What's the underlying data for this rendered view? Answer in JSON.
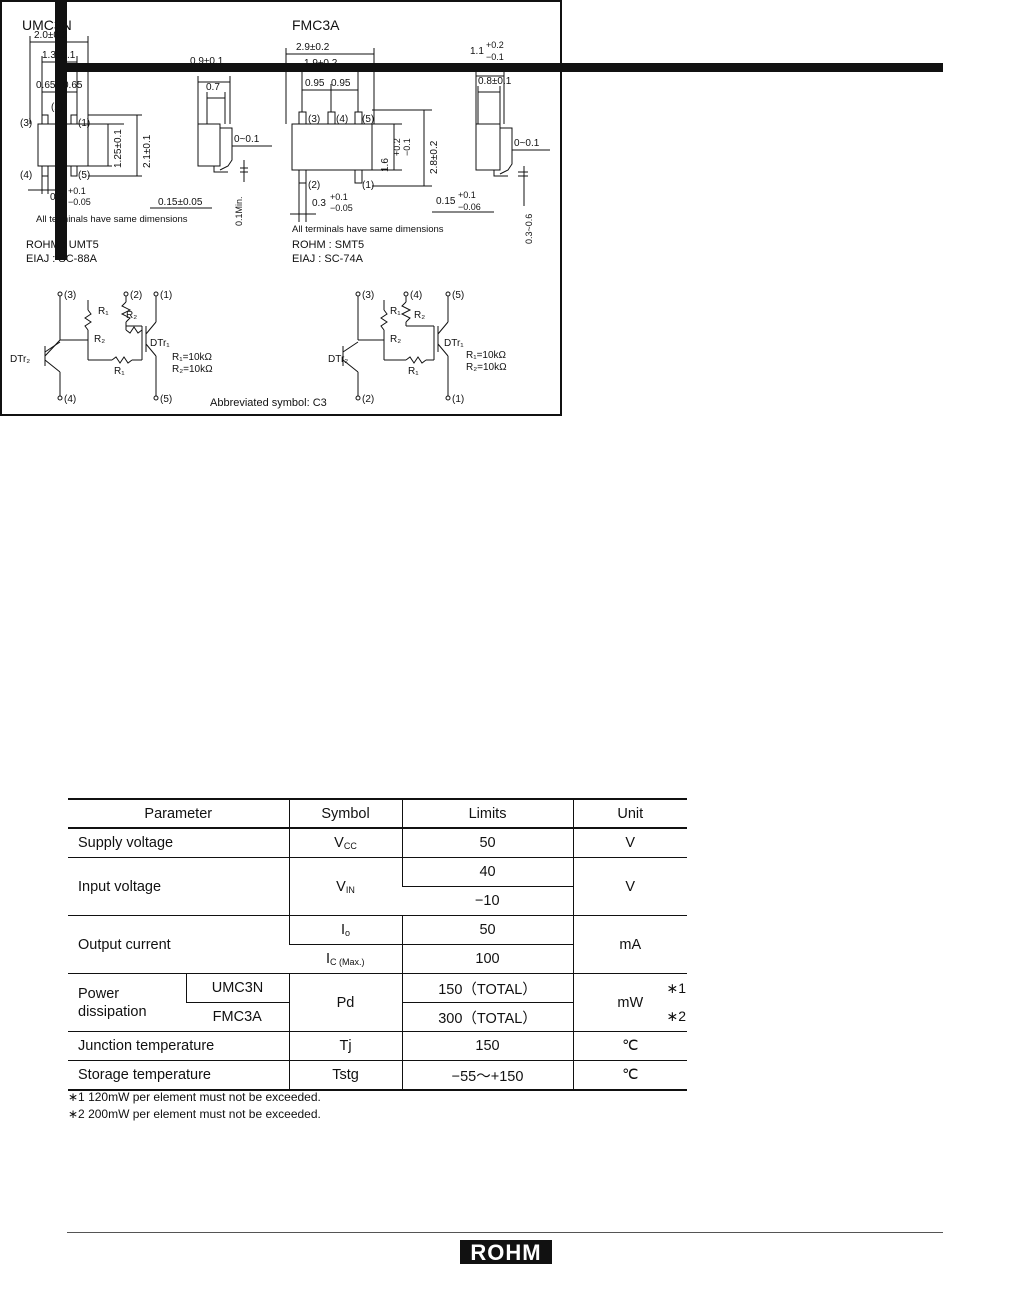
{
  "package": {
    "left_title": "UMC3N",
    "right_title": "FMC3A",
    "left_dims": {
      "width": "2.0±0.2",
      "pitch_outer": "1.3±0.1",
      "pitch_a": "0.65",
      "pitch_b": "0.65",
      "body_h": "1.25±0.1",
      "total_h": "2.1±0.1",
      "lead_w": "0.2",
      "lead_w_plus": "+0.1",
      "lead_w_minus": "−0.05",
      "side_top": "0.9±0.1",
      "side_inner": "0.7",
      "side_offset": "0~0.1",
      "side_bottom": "0.15±0.05",
      "side_min": "0.1Min."
    },
    "right_dims": {
      "width": "2.9±0.2",
      "pitch_outer": "1.9±0.2",
      "pitch_a": "0.95",
      "pitch_b": "0.95",
      "body_h": "1.6",
      "body_h_plus": "+0.2",
      "body_h_minus": "−0.1",
      "total_h": "2.8±0.2",
      "lead_w": "0.3",
      "lead_w_plus": "+0.1",
      "lead_w_minus": "−0.05",
      "side_top": "1.1",
      "side_top_plus": "+0.2",
      "side_top_minus": "−0.1",
      "side_inner": "0.8±0.1",
      "side_offset": "0~0.1",
      "side_bottom": "0.15",
      "side_bottom_plus": "+0.1",
      "side_bottom_minus": "−0.06",
      "side_height": "0.3~0.6"
    },
    "pins": {
      "p1": "(1)",
      "p2": "(2)",
      "p3": "(3)",
      "p4": "(4)",
      "p5": "(5)"
    },
    "note_terminals": "All terminals have same dimensions",
    "left_rohm": "ROHM  :  UMT5",
    "left_eiaj": "EIAJ  :  SC-88A",
    "right_rohm": "ROHM  :  SMT5",
    "right_eiaj": "EIAJ  :  SC-74A",
    "circuit": {
      "r1": "R₁",
      "r2": "R₂",
      "dtr1": "DTr₁",
      "dtr2": "DTr₂",
      "r1_val": "R₁=10kΩ",
      "r2_val": "R₂=10kΩ"
    },
    "abbrev": "Abbreviated symbol: C3"
  },
  "table": {
    "headers": [
      "Parameter",
      "Symbol",
      "Limits",
      "Unit"
    ],
    "rows": {
      "supply": {
        "param": "Supply voltage",
        "symbol_main": "V",
        "symbol_sub": "CC",
        "limit": "50",
        "unit": "V"
      },
      "input": {
        "param": "Input voltage",
        "symbol_main": "V",
        "symbol_sub": "IN",
        "limit1": "40",
        "limit2": "−10",
        "unit": "V"
      },
      "output": {
        "param": "Output current",
        "symbol1_main": "I",
        "symbol1_sub": "o",
        "symbol2_main": "I",
        "symbol2_sub": "C (Max.)",
        "limit1": "50",
        "limit2": "100",
        "unit": "mA"
      },
      "power": {
        "param": "Power\ndissipation",
        "sub1": "UMC3N",
        "sub2": "FMC3A",
        "symbol": "Pd",
        "limit1": "150（TOTAL）",
        "limit2": "300（TOTAL）",
        "unit": "mW",
        "mark1": "∗1",
        "mark2": "∗2"
      },
      "junction": {
        "param": "Junction temperature",
        "symbol": "Tj",
        "limit": "150",
        "unit": "℃"
      },
      "storage": {
        "param": "Storage temperature",
        "symbol": "Tstg",
        "limit": "−55～+150",
        "unit": "℃"
      }
    }
  },
  "notes": {
    "n1": "∗1 120mW per element must not be exceeded.",
    "n2": "∗2 200mW per element must not be exceeded."
  },
  "footer": {
    "logo": "ROHM"
  }
}
